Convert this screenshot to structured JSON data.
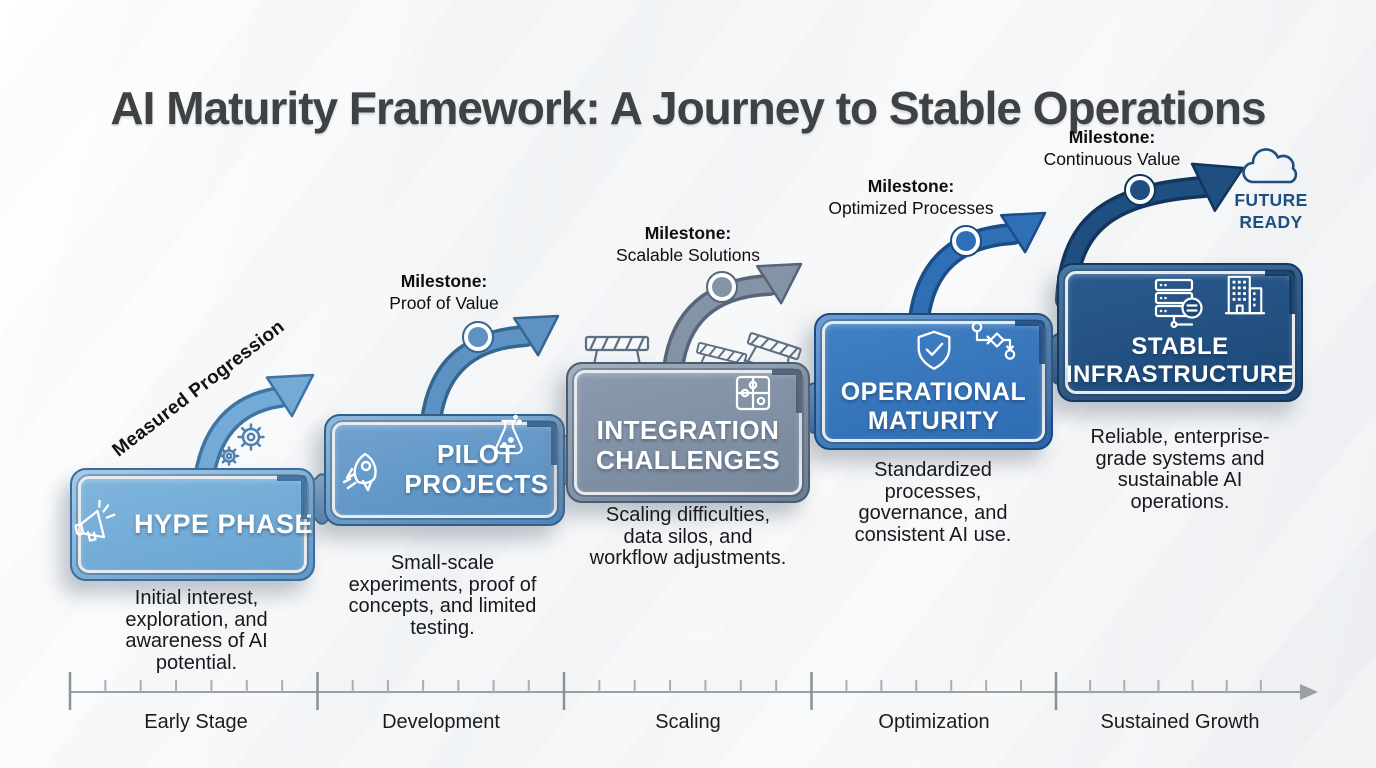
{
  "title": "AI Maturity Framework: A Journey to Stable Operations",
  "progression_label": "Measured Progression",
  "future_ready": {
    "line1": "FUTURE",
    "line2": "READY",
    "icon": "cloud-icon",
    "color": "#1d4f7f"
  },
  "floating_icons": [
    "gears-icon",
    "barricade-icon",
    "barricade-icon",
    "barricade-icon",
    "cloud-icon"
  ],
  "timeline": {
    "axis_color": "#9aa0a5",
    "tick_color": "#8b9196"
  },
  "stages": [
    {
      "name": "HYPE PHASE",
      "icon": "megaphone-icon",
      "corner_icon": "",
      "description": "Initial interest, exploration, and awareness of AI potential.",
      "timeline_label": "Early Stage",
      "milestone_label": "",
      "milestone_value": "",
      "fill": "#69a4d2",
      "fill_light": "#7fb5dd",
      "frame_light": "#a6cbe8",
      "frame_dark": "#5e97c5",
      "border": "#3a6d9c",
      "arrow_fill": "#74aad6",
      "arrow_border": "#3f75a4"
    },
    {
      "name": "PILOT PROJECTS",
      "icon": "rocket-icon",
      "corner_icon": "flask-icon",
      "description": "Small-scale experiments, proof of concepts, and limited testing.",
      "timeline_label": "Development",
      "milestone_label": "Milestone:",
      "milestone_value": "Proof of Value",
      "fill": "#5a8fc1",
      "fill_light": "#6fa2cf",
      "frame_light": "#8fb9dd",
      "frame_dark": "#4f84b5",
      "border": "#325f8c",
      "arrow_fill": "#5d92c3",
      "arrow_border": "#35668f"
    },
    {
      "name": "INTEGRATION CHALLENGES",
      "icon": "",
      "corner_icon": "puzzle-icon",
      "description": "Scaling difficulties, data silos, and workflow adjustments.",
      "timeline_label": "Scaling",
      "milestone_label": "Milestone:",
      "milestone_value": "Scalable Solutions",
      "fill": "#78889d",
      "fill_light": "#8b9aae",
      "frame_light": "#a3b0c0",
      "frame_dark": "#6b7c91",
      "border": "#4d5c6f",
      "arrow_fill": "#8593a6",
      "arrow_border": "#566577"
    },
    {
      "name": "OPERATIONAL MATURITY",
      "icon": "shield-check-icon",
      "corner_icon": "workflow-icon",
      "description": "Standardized processes, governance, and consistent AI use.",
      "timeline_label": "Optimization",
      "milestone_label": "Milestone:",
      "milestone_value": "Optimized Processes",
      "fill": "#2e6cb3",
      "fill_light": "#4180c4",
      "frame_light": "#6d9fd4",
      "frame_dark": "#2a62a6",
      "border": "#1c4b80",
      "arrow_fill": "#2f6fb6",
      "arrow_border": "#1c4d85"
    },
    {
      "name": "STABLE INFRASTRUCTURE",
      "icon": "server-icon",
      "corner_icon": "building-icon",
      "description": "Reliable, enterprise-grade systems and sustainable AI operations.",
      "timeline_label": "Sustained Growth",
      "milestone_label": "Milestone:",
      "milestone_value": "Continuous Value",
      "fill": "#1c4877",
      "fill_light": "#2a5a8d",
      "frame_light": "#4a77a3",
      "frame_dark": "#1b4470",
      "border": "#123a61",
      "arrow_fill": "#1f4e80",
      "arrow_border": "#12355c"
    }
  ]
}
